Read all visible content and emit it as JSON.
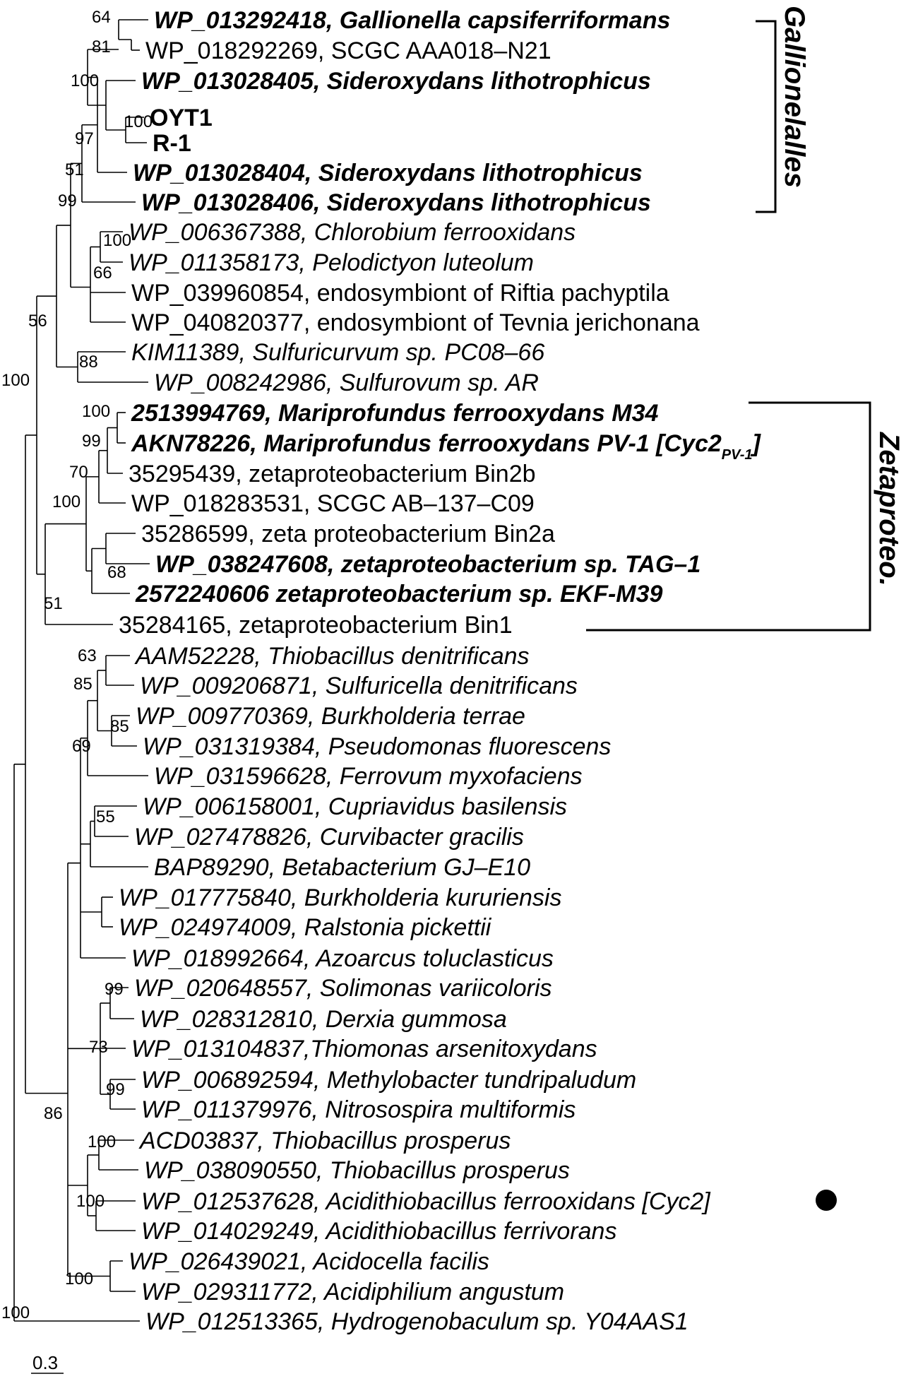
{
  "tips": [
    {
      "text": "WP_013292418, Gallionella capsiferriformans",
      "style": "bi"
    },
    {
      "text": "WP_018292269, SCGC AAA018–N21",
      "style": "n"
    },
    {
      "text": "WP_013028405, Sideroxydans lithotrophicus",
      "style": "bi"
    },
    {
      "text": "OYT1",
      "style": "red"
    },
    {
      "text": "R-1",
      "style": "red"
    },
    {
      "text": "WP_013028404, Sideroxydans lithotrophicus",
      "style": "bi"
    },
    {
      "text": "WP_013028406, Sideroxydans lithotrophicus",
      "style": "bi"
    },
    {
      "text": "WP_006367388, Chlorobium ferrooxidans",
      "style": "i"
    },
    {
      "text": "WP_011358173, Pelodictyon luteolum",
      "style": "i"
    },
    {
      "text": "WP_039960854, endosymbiont of Riftia pachyptila",
      "style": "n"
    },
    {
      "text": "WP_040820377, endosymbiont of Tevnia jerichonana",
      "style": "n"
    },
    {
      "text": "KIM11389, Sulfuricurvum sp. PC08–66",
      "style": "i"
    },
    {
      "text": "WP_008242986, Sulfurovum sp. AR",
      "style": "i"
    },
    {
      "text": "2513994769, Mariprofundus ferrooxydans M34",
      "style": "bi"
    },
    {
      "text": "AKN78226, Mariprofundus ferrooxydans PV-1 [Cyc2",
      "style": "bi",
      "sub": "PV-1",
      "suffix": "]"
    },
    {
      "text": "35295439, zetaproteobacterium Bin2b",
      "style": "n"
    },
    {
      "text": "WP_018283531, SCGC AB–137–C09",
      "style": "n"
    },
    {
      "text": "35286599, zeta proteobacterium Bin2a",
      "style": "n"
    },
    {
      "text": "WP_038247608, zetaproteobacterium sp. TAG–1",
      "style": "bi"
    },
    {
      "text": "2572240606 zetaproteobacterium sp. EKF-M39",
      "style": "bi"
    },
    {
      "text": "35284165, zetaproteobacterium Bin1",
      "style": "n"
    },
    {
      "text": "AAM52228, Thiobacillus denitrificans",
      "style": "i"
    },
    {
      "text": "WP_009206871, Sulfuricella denitrificans",
      "style": "i"
    },
    {
      "text": "WP_009770369, Burkholderia terrae",
      "style": "i"
    },
    {
      "text": "WP_031319384, Pseudomonas fluorescens",
      "style": "i"
    },
    {
      "text": "WP_031596628, Ferrovum myxofaciens",
      "style": "i"
    },
    {
      "text": "WP_006158001, Cupriavidus basilensis",
      "style": "i"
    },
    {
      "text": "WP_027478826, Curvibacter gracilis",
      "style": "i"
    },
    {
      "text": "BAP89290, Betabacterium GJ–E10",
      "style": "i"
    },
    {
      "text": "WP_017775840, Burkholderia kururiensis",
      "style": "i"
    },
    {
      "text": "WP_024974009, Ralstonia pickettii",
      "style": "i"
    },
    {
      "text": "WP_018992664, Azoarcus toluclasticus",
      "style": "i"
    },
    {
      "text": "WP_020648557, Solimonas variicoloris",
      "style": "i"
    },
    {
      "text": "WP_028312810, Derxia gummosa",
      "style": "i"
    },
    {
      "text": "WP_013104837,Thiomonas arsenitoxydans",
      "style": "i"
    },
    {
      "text": "WP_006892594, Methylobacter tundripaludum",
      "style": "i"
    },
    {
      "text": "WP_011379976, Nitrosospira multiformis",
      "style": "i"
    },
    {
      "text": "ACD03837, Thiobacillus prosperus",
      "style": "i"
    },
    {
      "text": "WP_038090550, Thiobacillus prosperus",
      "style": "i"
    },
    {
      "text": "WP_012537628, Acidithiobacillus ferrooxidans  [Cyc2]",
      "style": "i"
    },
    {
      "text": "WP_014029249, Acidithiobacillus ferrivorans",
      "style": "i"
    },
    {
      "text": "WP_026439021, Acidocella facilis",
      "style": "i"
    },
    {
      "text": "WP_029311772, Acidiphilium angustum",
      "style": "i"
    },
    {
      "text": "WP_012513365, Hydrogenobaculum sp. Y04AAS1",
      "style": "i"
    }
  ],
  "bootstrap": [
    "64",
    "81",
    "100",
    "100",
    "97",
    "51",
    "99",
    "100",
    "66",
    "56",
    "88",
    "100",
    "100",
    "99",
    "70",
    "100",
    "68",
    "51",
    "63",
    "85",
    "85",
    "69",
    "55",
    "99",
    "73",
    "99",
    "86",
    "100",
    "100",
    "100",
    "100"
  ],
  "groups": {
    "gallionellales": "Gallionelalles",
    "zetaproteo": "Zetaproteo."
  },
  "scale_bar": {
    "label": "0.3"
  },
  "colors": {
    "highlight": "#a01c1c",
    "line": "#000000",
    "marker": "#000000"
  }
}
